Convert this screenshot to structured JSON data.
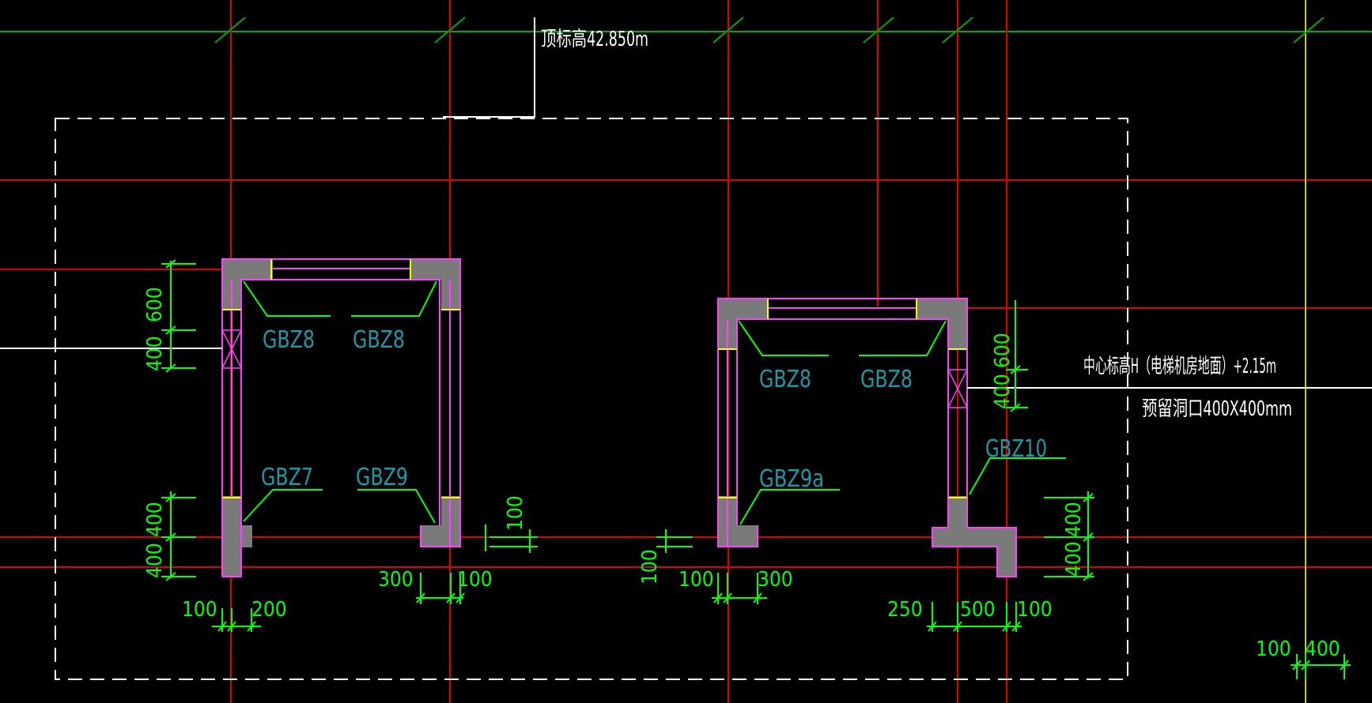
{
  "annotations": {
    "top_elevation": "顶标高42.850m",
    "center_elevation": "中心标高H（电梯机房地面）+2.15m",
    "reserved_hole": "预留洞口400X400mm"
  },
  "wall_labels": {
    "l_gbz8_a": "GBZ8",
    "l_gbz8_b": "GBZ8",
    "l_gbz7": "GBZ7",
    "l_gbz9": "GBZ9",
    "r_gbz8_a": "GBZ8",
    "r_gbz8_b": "GBZ8",
    "r_gbz9a": "GBZ9a",
    "r_gbz10": "GBZ10"
  },
  "dimensions": {
    "l_v600": "600",
    "l_v400": "400",
    "l_v400_b1": "400",
    "l_v400_b2": "400",
    "l_h100": "100",
    "l_h200": "200",
    "l_h300": "300",
    "l_h100_b": "100",
    "l_v100_small": "100",
    "r_v100_small": "100",
    "r_h100": "100",
    "r_h300": "300",
    "r_v600": "600",
    "r_v400": "400",
    "r_v400_b1": "400",
    "r_v400_b2": "400",
    "r_h250": "250",
    "r_h500": "500",
    "r_h100_b": "100",
    "far_h100": "100",
    "far_h400": "400"
  },
  "colors": {
    "grid_red": "#e00000",
    "grid_green": "#00aa00",
    "wall_magenta": "#ff40ff",
    "fill_gray": "#7a7a7a",
    "dim_green": "#00ff00",
    "label_cyan": "#1a9aa8",
    "boundary_white": "#ffffff",
    "accent_yellow": "#ffff00"
  }
}
